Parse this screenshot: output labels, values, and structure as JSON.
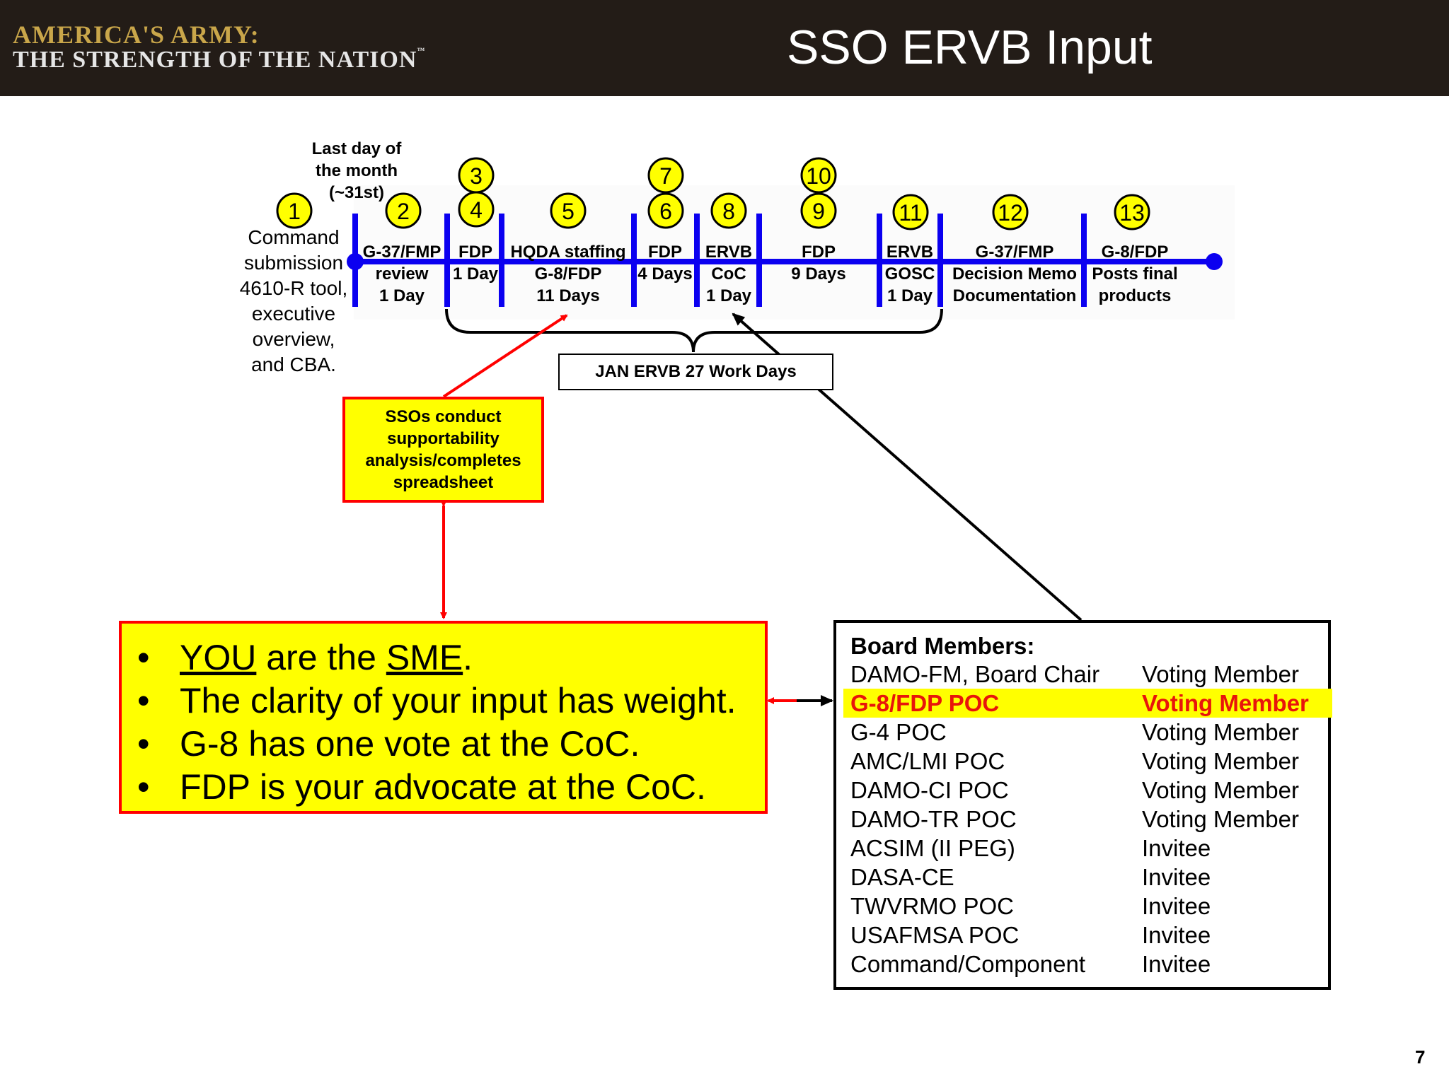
{
  "header": {
    "logo_line1": "AMERICA'S ARMY:",
    "logo_line2": "THE STRENGTH OF THE NATION",
    "logo_tm": "™",
    "title": "SSO ERVB Input"
  },
  "page_number": "7",
  "timeline": {
    "last_day_note": [
      "Last day of",
      "the month",
      "(~31st)"
    ],
    "command_text": [
      "Command",
      "submission",
      "4610-R tool,",
      "executive",
      "overview,",
      "and CBA."
    ],
    "step_numbers": [
      "1",
      "2",
      "3",
      "4",
      "5",
      "7",
      "6",
      "8",
      "10",
      "9",
      "11",
      "12",
      "13"
    ],
    "steps": [
      {
        "lines": [
          "G-37/FMP",
          "review",
          "1 Day"
        ]
      },
      {
        "lines": [
          "FDP",
          "1 Day"
        ]
      },
      {
        "lines": [
          "HQDA staffing",
          "G-8/FDP",
          "11 Days"
        ]
      },
      {
        "lines": [
          "FDP",
          "4 Days"
        ]
      },
      {
        "lines": [
          "ERVB",
          "CoC",
          "1 Day"
        ]
      },
      {
        "lines": [
          "FDP",
          "9 Days"
        ]
      },
      {
        "lines": [
          "ERVB",
          "GOSC",
          "1 Day"
        ]
      },
      {
        "lines": [
          "G-37/FMP",
          "Decision Memo",
          "Documentation"
        ]
      },
      {
        "lines": [
          "G-8/FDP",
          "Posts final",
          "products"
        ]
      }
    ]
  },
  "jan_box": "JAN ERVB 27 Work Days",
  "sso_box": [
    "SSOs conduct",
    "supportability",
    "analysis/completes",
    "spreadsheet"
  ],
  "sme_box": {
    "b1_a": "YOU",
    "b1_b": " are the ",
    "b1_c": "SME",
    "b1_d": ".",
    "b2": "The clarity of your input has weight.",
    "b3": "G-8 has one vote at the CoC.",
    "b4": "FDP is your advocate at the CoC."
  },
  "board": {
    "title": "Board Members:",
    "rows": [
      {
        "name": "DAMO-FM, Board Chair",
        "role": "Voting Member"
      },
      {
        "name": "G-8/FDP POC",
        "role": "Voting Member"
      },
      {
        "name": "G-4 POC",
        "role": "Voting Member"
      },
      {
        "name": "AMC/LMI POC",
        "role": "Voting Member"
      },
      {
        "name": "DAMO-CI POC",
        "role": "Voting Member"
      },
      {
        "name": "DAMO-TR POC",
        "role": "Voting Member"
      },
      {
        "name": "ACSIM (II PEG)",
        "role": "Invitee"
      },
      {
        "name": "DASA-CE",
        "role": "Invitee"
      },
      {
        "name": "TWVRMO POC",
        "role": "Invitee"
      },
      {
        "name": "USAFMSA POC",
        "role": "Invitee"
      },
      {
        "name": "Command/Component",
        "role": "Invitee"
      }
    ]
  },
  "colors": {
    "timeline_blue": "#0b00f0",
    "highlight_yellow": "#ffff00",
    "accent_red": "#ff0000",
    "header_bg": "#231c17"
  }
}
